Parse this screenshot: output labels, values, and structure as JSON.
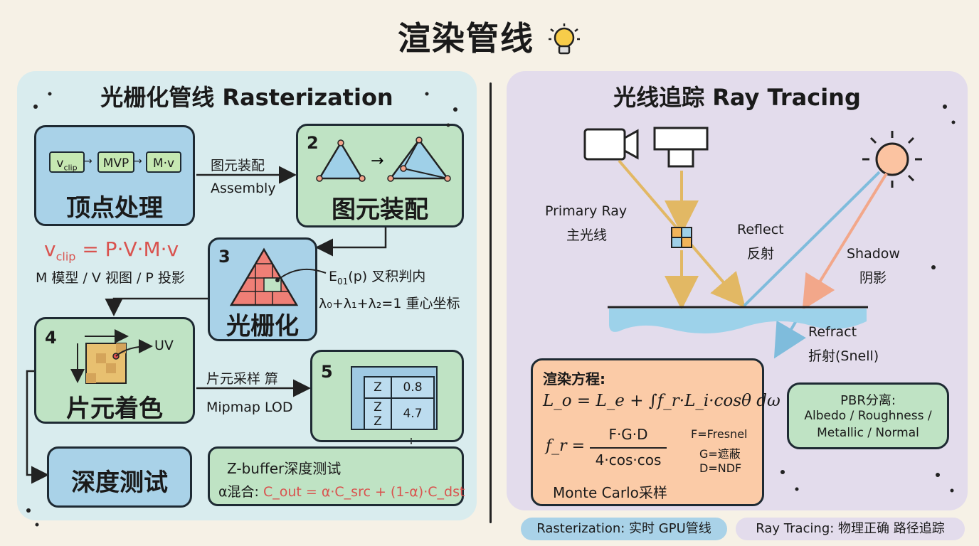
{
  "title": "渲染管线",
  "left": {
    "title": "光栅化管线 Rasterization",
    "vertex": {
      "chip1": "v",
      "chip1_sub": "clip",
      "chip2": "MVP",
      "chip3": "M·v",
      "label": "顶点处理"
    },
    "arrow1": {
      "line1": "图元装配",
      "line2": "Assembly"
    },
    "assembly": {
      "num": "2",
      "label": "图元装配"
    },
    "formula": {
      "base": "v",
      "sub": "clip",
      "rest": " = P·V·M·v",
      "legend": "M 模型 / V 视图 / P 投影"
    },
    "raster": {
      "num": "3",
      "label": "光栅化",
      "edge_pre": "E",
      "edge_sub": "01",
      "edge_post": "(p) 叉积判内",
      "bary": "λ₀+λ₁+λ₂=1 重心坐标"
    },
    "fragment": {
      "num": "4",
      "uv": "UV",
      "label": "片元着色"
    },
    "arrow2": {
      "line1": "片元采样 簈",
      "line2": "Mipmap LOD"
    },
    "zbuf": {
      "num": "5",
      "r1a": "Z",
      "r1b": "0.8",
      "r2a": "Z\nZ",
      "r2b": "4.7",
      "dots": "⋮",
      "line1": "Z-buffer深度测试",
      "alpha_pre": "α混合: ",
      "alpha_formula": "C_out = α·C_src + (1-α)·C_dst"
    },
    "depth": {
      "label": "深度测试"
    }
  },
  "right": {
    "title": "光线追踪 Ray Tracing",
    "primary": {
      "en": "Primary Ray",
      "zh": "主光线"
    },
    "reflect": {
      "en": "Reflect",
      "zh": "反射"
    },
    "shadow": {
      "en": "Shadow",
      "zh": "阴影"
    },
    "refract": {
      "en": "Refract",
      "zh": "折射(Snell)"
    },
    "eq": {
      "heading": "渲染方程:",
      "lo": "L_o = L_e + ∫f_r·L_i·cosθ dω",
      "fr_left": "f_r =",
      "num": "F·G·D",
      "den": "4·cos·cos",
      "f1": "F=Fresnel",
      "f2": "G=遮蔽",
      "f3": "D=NDF",
      "mc": "Monte Carlo采样"
    },
    "pbr": {
      "line1": "PBR分离:",
      "line2": "Albedo / Roughness /",
      "line3": "Metallic / Normal"
    }
  },
  "footer": {
    "left": "Rasterization: 实时 GPU管线",
    "right": "Ray Tracing: 物理正确 路径追踪"
  },
  "colors": {
    "left_bg": "#d9ecee",
    "right_bg": "#e3dcec",
    "blue_box": "#a9d2e8",
    "green_box": "#bfe3c4",
    "orange_box": "#fbcba7",
    "accent_red": "#d9534f",
    "ray_yellow": "#e2b864",
    "ray_blue": "#7fbcdc",
    "ray_orange": "#f2a78a"
  }
}
